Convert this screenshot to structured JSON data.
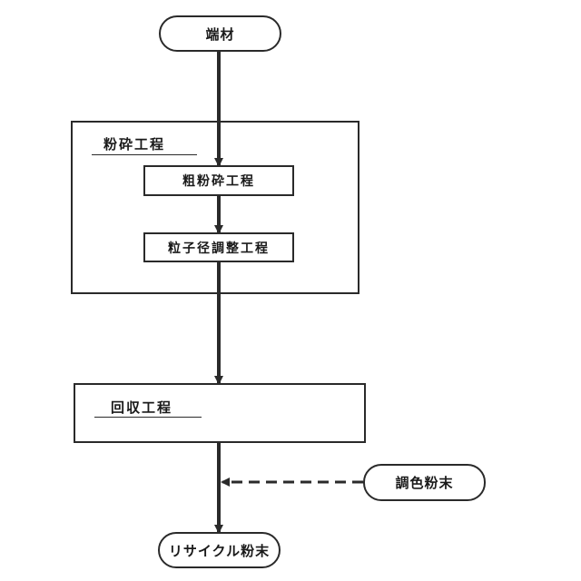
{
  "start_node": {
    "label": "端材"
  },
  "grinding": {
    "title": "粉砕工程",
    "steps": [
      {
        "label": "粗粉砕工程"
      },
      {
        "label": "粒子径調整工程"
      }
    ]
  },
  "recovery": {
    "title": "回収工程"
  },
  "additive_node": {
    "label": "調色粉末"
  },
  "end_node": {
    "label": "リサイクル粉末"
  }
}
